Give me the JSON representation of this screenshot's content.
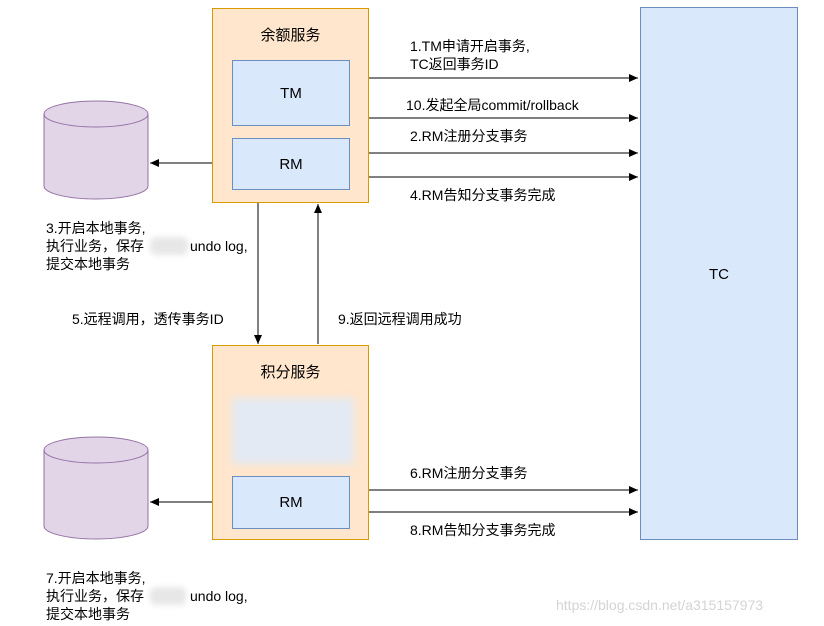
{
  "services": {
    "balance": {
      "title": "余额服务",
      "tm_label": "TM",
      "rm_label": "RM"
    },
    "points": {
      "title": "积分服务",
      "rm_label": "RM"
    }
  },
  "tc": {
    "label": "TC"
  },
  "edges": {
    "e1_line1": "1.TM申请开启事务,",
    "e1_line2": "TC返回事务ID",
    "e10": "10.发起全局commit/rollback",
    "e2": "2.RM注册分支事务",
    "e4": "4.RM告知分支事务完成",
    "e5": "5.远程调用，透传事务ID",
    "e9": "9.返回远程调用成功",
    "e6": "6.RM注册分支事务",
    "e8": "8.RM告知分支事务完成"
  },
  "notes": {
    "balance": {
      "line1": "3.开启本地事务,",
      "line2a": "执行业务，保存",
      "line2b": "undo log,",
      "line3": "提交本地事务"
    },
    "points": {
      "line1": "7.开启本地事务,",
      "line2a": "执行业务，保存",
      "line2b": "undo log,",
      "line3": "提交本地事务"
    }
  },
  "watermark": "https://blog.csdn.net/a315157973",
  "colors": {
    "service_fill": "#ffe6cc",
    "service_stroke": "#d79b00",
    "component_fill": "#dae8fc",
    "component_stroke": "#6c8ebf",
    "db_fill": "#e1d5e7",
    "db_stroke": "#9673a6"
  }
}
